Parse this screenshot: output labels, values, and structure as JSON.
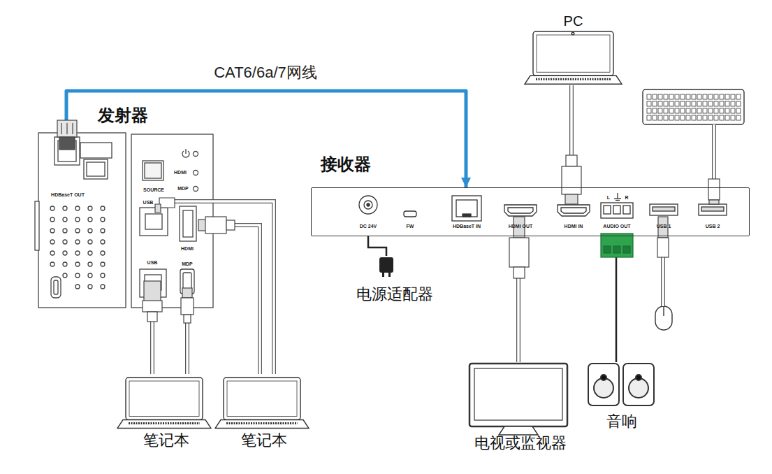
{
  "diagram": {
    "nodes": [
      {
        "text": [
          "发射器"
        ]
      },
      {
        "text": [
          "接收器"
        ]
      },
      {
        "text": [
          "PC"
        ]
      },
      {
        "text": [
          "电源适配器"
        ]
      },
      {
        "text": [
          "电视或监视器"
        ]
      },
      {
        "text": [
          "音响"
        ]
      },
      {
        "text": [
          "笔记本"
        ]
      },
      {
        "text": [
          "笔记本"
        ]
      }
    ],
    "edges": [
      {
        "from": 0,
        "to": 1,
        "label": "CAT6/6a/7网线",
        "arrow": "to"
      },
      {
        "from": 2,
        "to": 1,
        "arrow": "none"
      },
      {
        "from": 1,
        "to": 4,
        "arrow": "none"
      },
      {
        "from": 1,
        "to": 5,
        "arrow": "none"
      },
      {
        "from": 3,
        "to": 1,
        "arrow": "none"
      },
      {
        "from": 6,
        "to": 0,
        "arrow": "none"
      },
      {
        "from": 6,
        "to": 0,
        "arrow": "none"
      },
      {
        "from": 7,
        "to": 0,
        "arrow": "none"
      },
      {
        "from": 7,
        "to": 0,
        "arrow": "none"
      }
    ],
    "labels": [
      "HDBaseT OUT",
      "SOURCE",
      "HDMI",
      "MDP",
      "USB",
      "HDMI",
      "USB",
      "MDP",
      "DC 24V",
      "FW",
      "HDBaseT IN",
      "HDMI OUT",
      "HDMI IN",
      "L",
      "R",
      "AUDIO OUT",
      "USB 1",
      "USB 2"
    ]
  }
}
